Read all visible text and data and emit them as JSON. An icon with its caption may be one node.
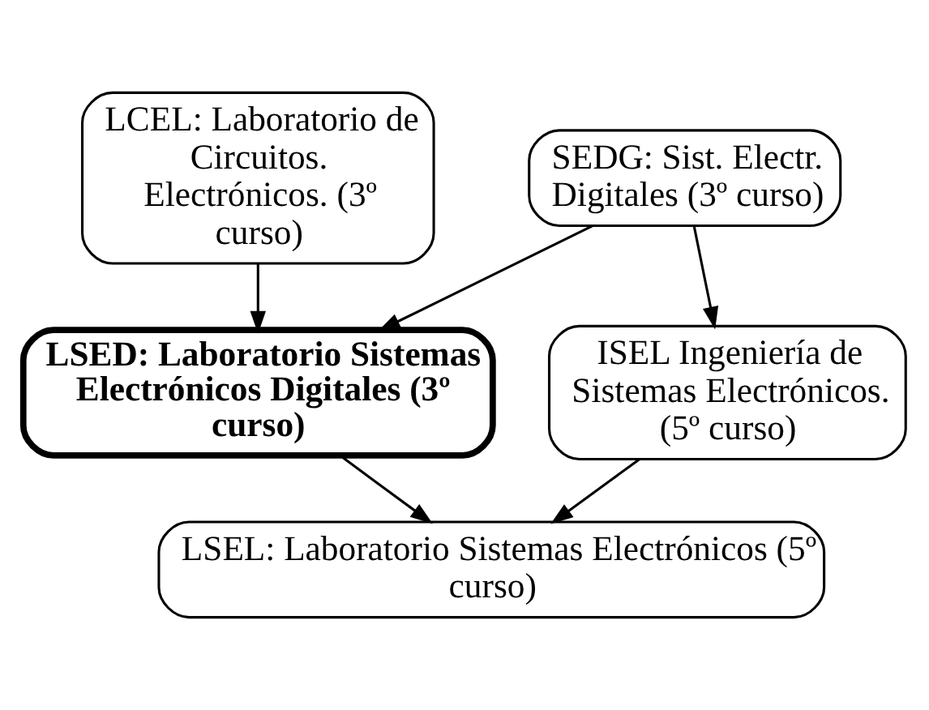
{
  "diagram": {
    "nodes": [
      {
        "text": [
          "SEDG: Sist. Electr. Digitales (3º curso)"
        ]
      },
      {
        "text": [
          "LCEL: Laboratorio de Circuitos. Electrónicos. (3º curso)"
        ]
      },
      {
        "text": [
          "LSED: Laboratorio Sistemas Electrónicos Digitales (3º curso)"
        ]
      },
      {
        "text": [
          "ISEL Ingeniería de Sistemas Electrónicos. (5º curso)"
        ]
      },
      {
        "text": [
          "LSEL: Laboratorio Sistemas Electrónicos (5º curso)"
        ]
      }
    ],
    "edges": [
      {
        "from": 0,
        "to": 2,
        "arrow": "to"
      },
      {
        "from": 0,
        "to": 3,
        "arrow": "to"
      },
      {
        "from": 1,
        "to": 2,
        "arrow": "to"
      },
      {
        "from": 2,
        "to": 4,
        "arrow": "to"
      },
      {
        "from": 3,
        "to": 4,
        "arrow": "to"
      }
    ]
  }
}
